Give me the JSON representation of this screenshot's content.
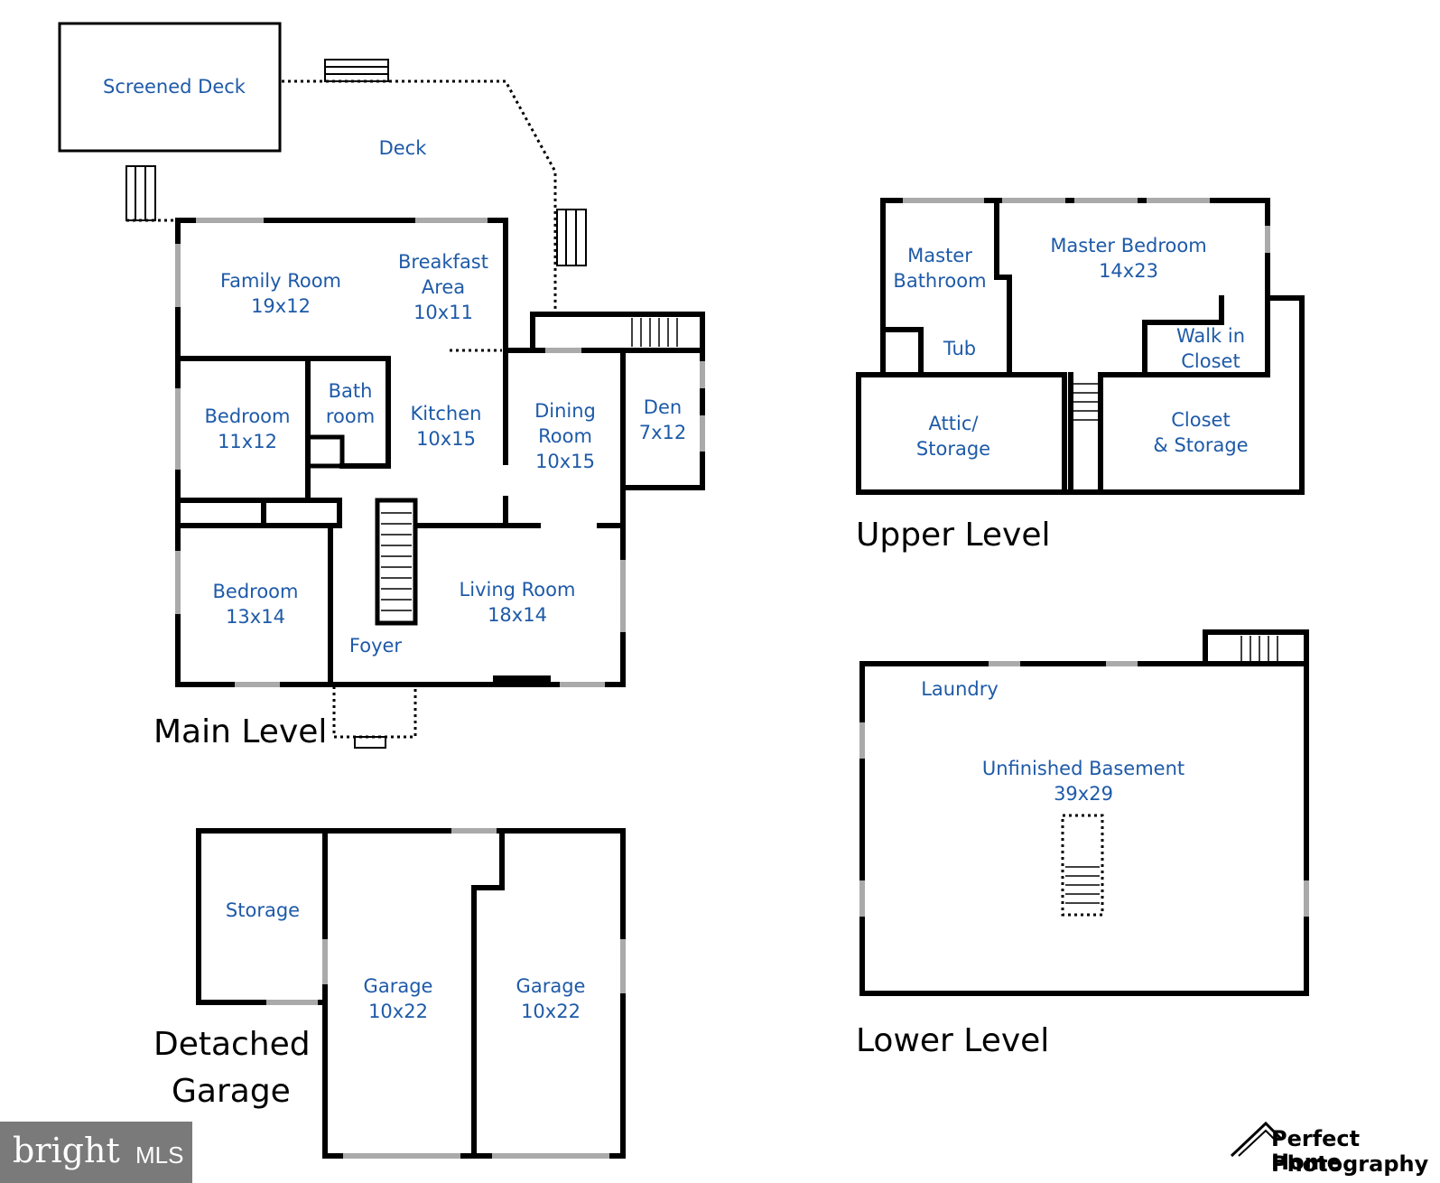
{
  "levels": {
    "main": "Main Level",
    "upper": "Upper Level",
    "lower": "Lower Level",
    "garage_1": "Detached",
    "garage_2": "Garage"
  },
  "rooms": {
    "screened_deck": "Screened Deck",
    "deck": "Deck",
    "family_room": [
      "Family Room",
      "19x12"
    ],
    "breakfast_area": [
      "Breakfast",
      "Area",
      "10x11"
    ],
    "bedroom_1": [
      "Bedroom",
      "11x12"
    ],
    "bath_room": [
      "Bath",
      "room"
    ],
    "kitchen": [
      "Kitchen",
      "10x15"
    ],
    "dining_room": [
      "Dining",
      "Room",
      "10x15"
    ],
    "den": [
      "Den",
      "7x12"
    ],
    "bedroom_2": [
      "Bedroom",
      "13x14"
    ],
    "living_room": [
      "Living Room",
      "18x14"
    ],
    "foyer": "Foyer",
    "master_bathroom": [
      "Master",
      "Bathroom"
    ],
    "tub": "Tub",
    "master_bedroom": [
      "Master Bedroom",
      "14x23"
    ],
    "walk_in_closet": [
      "Walk in",
      "Closet"
    ],
    "attic_storage": [
      "Attic/",
      "Storage"
    ],
    "closet_storage": [
      "Closet",
      "& Storage"
    ],
    "laundry": "Laundry",
    "unfinished_basement": [
      "Unfinished Basement",
      "39x29"
    ],
    "storage": "Storage",
    "garage_a": [
      "Garage",
      "10x22"
    ],
    "garage_b": [
      "Garage",
      "10x22"
    ]
  },
  "badges": {
    "bright_brand": "bright",
    "bright_mls": "MLS",
    "logo_line1": "Perfect Home",
    "logo_line2": "Photography"
  }
}
